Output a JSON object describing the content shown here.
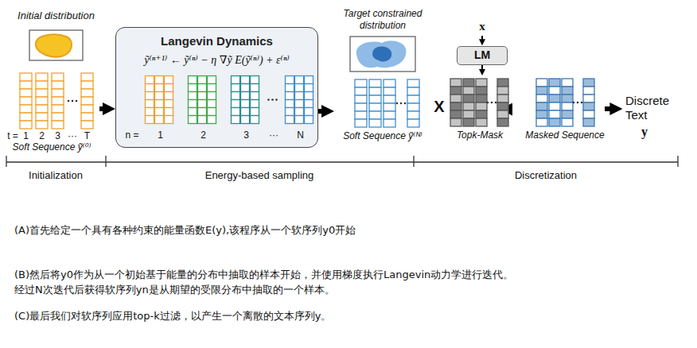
{
  "diagram": {
    "nodes": [
      {
        "text": [
          "Initial distribution"
        ]
      },
      {
        "text": [
          "t =",
          "1",
          "2",
          "3",
          "···",
          "T",
          "Soft Sequence ỹ⁽⁰⁾"
        ]
      },
      {
        "text": [
          "Langevin Dynamics",
          "ỹ⁽ⁿ⁺¹⁾ ← ỹ⁽ⁿ⁾ − η ∇ỹ E(ỹ⁽ⁿ⁾) + ε⁽ⁿ⁾",
          "n =",
          "1",
          "2",
          "3",
          "···",
          "N"
        ]
      },
      {
        "text": [
          "Target constrained distribution"
        ]
      },
      {
        "text": [
          "Soft Sequence ỹ⁽ᴺ⁾"
        ]
      },
      {
        "text": [
          "LM"
        ]
      },
      {
        "text": [
          "Topk-Mask"
        ]
      },
      {
        "text": [
          "Masked Sequence"
        ]
      }
    ],
    "edges": [
      {
        "from": 1,
        "to": 2,
        "arrow": "to"
      },
      {
        "from": 2,
        "to": 4,
        "arrow": "to"
      },
      {
        "from": 5,
        "to": 6,
        "arrow": "to"
      },
      {
        "from": 6,
        "to": 7,
        "arrow": "to"
      }
    ],
    "labels": [
      "x",
      "X",
      "Discrete Text",
      "y",
      "Initialization",
      "Energy-based sampling",
      "Discretization",
      "(A)首先给定一个具有各种约束的能量函数E(y),该程序从一个软序列y0开始",
      "(B)然后将y0作为从一个初始基于能量的分布中抽取的样本开始，并使用梯度执行Langevin动力学进行迭代。",
      "经过N次迭代后获得软序列yn是从期望的受限分布中抽取的一个样本。",
      "(C)最后我们对软序列应用top-k过滤，以产生一个离散的文本序列y。"
    ]
  }
}
